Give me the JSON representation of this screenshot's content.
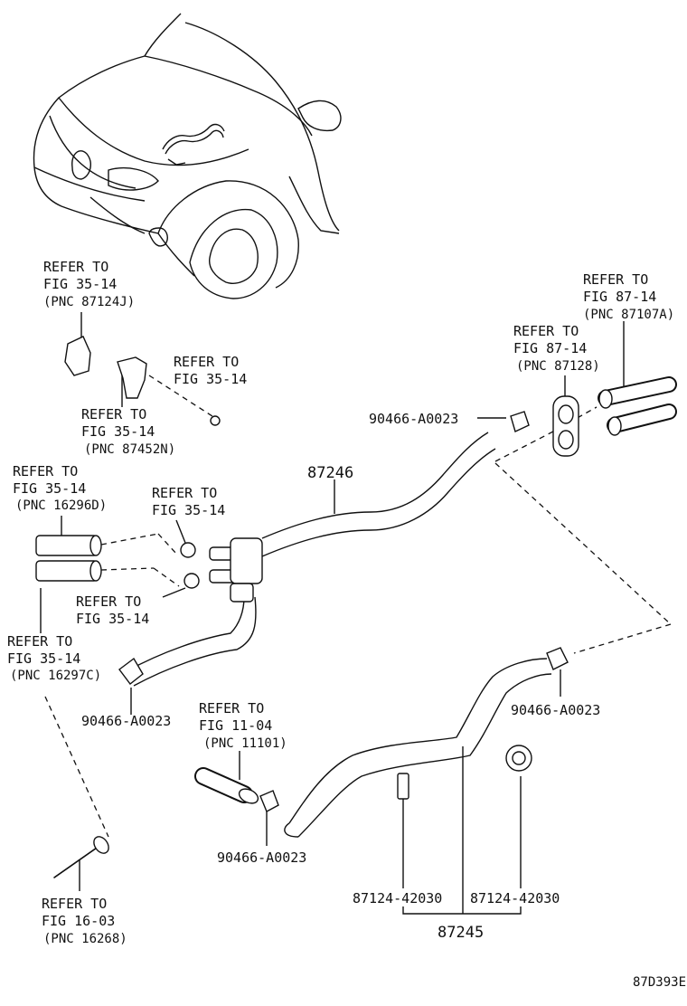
{
  "labels": {
    "refer_a": {
      "l1": "REFER TO",
      "l2": "FIG 35-14",
      "l3": "(PNC 87124J)"
    },
    "refer_b": {
      "l1": "REFER TO",
      "l2": "FIG 35-14"
    },
    "refer_c": {
      "l1": "REFER TO",
      "l2": "FIG 35-14",
      "l3": "(PNC 87452N)"
    },
    "refer_d": {
      "l1": "REFER TO",
      "l2": "FIG 35-14",
      "l3": "(PNC 16296D)"
    },
    "refer_e": {
      "l1": "REFER TO",
      "l2": "FIG 35-14"
    },
    "refer_f": {
      "l1": "REFER TO",
      "l2": "FIG 35-14"
    },
    "refer_g": {
      "l1": "REFER TO",
      "l2": "FIG 35-14",
      "l3": "(PNC 16297C)"
    },
    "refer_h": {
      "l1": "REFER TO",
      "l2": "FIG 11-04",
      "l3": "(PNC 11101)"
    },
    "refer_i": {
      "l1": "REFER TO",
      "l2": "FIG 16-03",
      "l3": "(PNC 16268)"
    },
    "refer_j": {
      "l1": "REFER TO",
      "l2": "FIG 87-14",
      "l3": "(PNC 87107A)"
    },
    "refer_k": {
      "l1": "REFER TO",
      "l2": "FIG 87-14",
      "l3": "(PNC 87128)"
    }
  },
  "parts": {
    "p_87246": "87246",
    "p_87245": "87245",
    "clamp_top": "90466-A0023",
    "clamp_left": "90466-A0023",
    "clamp_bottom": "90466-A0023",
    "clamp_right": "90466-A0023",
    "grommet_1": "87124-42030",
    "grommet_2": "87124-42030"
  },
  "diagram_id": "87D393E"
}
